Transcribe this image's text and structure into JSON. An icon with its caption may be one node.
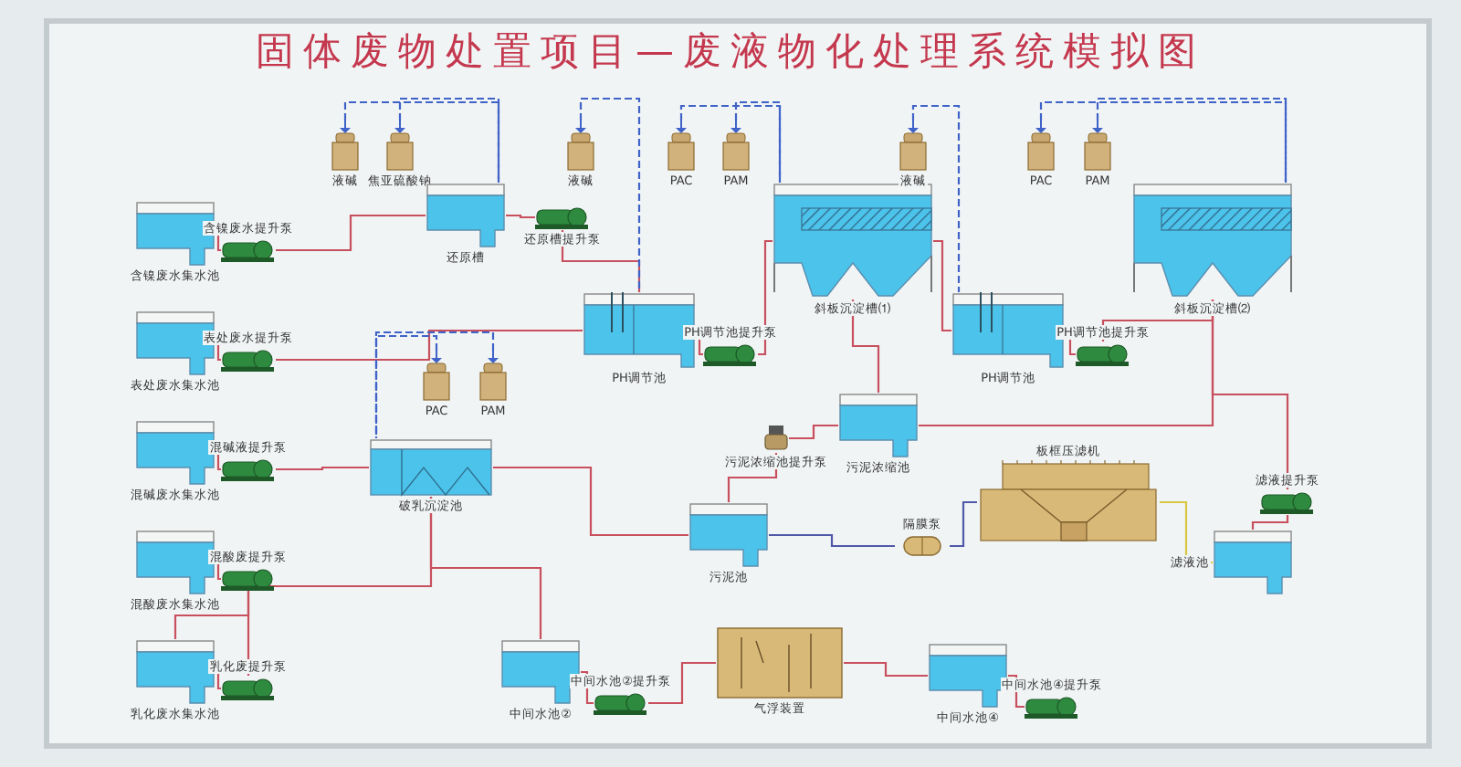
{
  "diagram": {
    "title": "固体废物处置项目—废液物化处理系统模拟图",
    "nodes": [
      {
        "text": [
          "含镍废水集水池"
        ]
      },
      {
        "text": [
          "含镍废水提升泵"
        ]
      },
      {
        "text": [
          "表处废水集水池"
        ]
      },
      {
        "text": [
          "表处废水提升泵"
        ]
      },
      {
        "text": [
          "混碱废水集水池"
        ]
      },
      {
        "text": [
          "混碱液提升泵"
        ]
      },
      {
        "text": [
          "混酸废水集水池"
        ]
      },
      {
        "text": [
          "混酸废提升泵"
        ]
      },
      {
        "text": [
          "乳化废水集水池"
        ]
      },
      {
        "text": [
          "乳化废提升泵"
        ]
      },
      {
        "text": [
          "液碱"
        ]
      },
      {
        "text": [
          "焦亚硫酸钠"
        ]
      },
      {
        "text": [
          "还原槽"
        ]
      },
      {
        "text": [
          "还原槽提升泵"
        ]
      },
      {
        "text": [
          "液碱"
        ]
      },
      {
        "text": [
          "PAC"
        ]
      },
      {
        "text": [
          "PAM"
        ]
      },
      {
        "text": [
          "PH调节池"
        ]
      },
      {
        "text": [
          "PH调节池提升泵"
        ]
      },
      {
        "text": [
          "斜板沉淀槽⑴"
        ]
      },
      {
        "text": [
          "液碱"
        ]
      },
      {
        "text": [
          "PAC"
        ]
      },
      {
        "text": [
          "PAM"
        ]
      },
      {
        "text": [
          "PH调节池"
        ]
      },
      {
        "text": [
          "PH调节池提升泵"
        ]
      },
      {
        "text": [
          "斜板沉淀槽⑵"
        ]
      },
      {
        "text": [
          "PAC"
        ]
      },
      {
        "text": [
          "PAM"
        ]
      },
      {
        "text": [
          "破乳沉淀池"
        ]
      },
      {
        "text": [
          "中间水池②"
        ]
      },
      {
        "text": [
          "中间水池②提升泵"
        ]
      },
      {
        "text": [
          "污泥池"
        ]
      },
      {
        "text": [
          "污泥浓缩池提升泵"
        ]
      },
      {
        "text": [
          "污泥浓缩池"
        ]
      },
      {
        "text": [
          "隔膜泵"
        ]
      },
      {
        "text": [
          "板框压滤机"
        ]
      },
      {
        "text": [
          "滤液池"
        ]
      },
      {
        "text": [
          "滤液提升泵"
        ]
      },
      {
        "text": [
          "气浮装置"
        ]
      },
      {
        "text": [
          "中间水池④"
        ]
      },
      {
        "text": [
          "中间水池④提升泵"
        ]
      }
    ],
    "edges": [
      {
        "from": 0,
        "to": 1,
        "arrow": "none"
      },
      {
        "from": 1,
        "to": 12,
        "arrow": "none"
      },
      {
        "from": 2,
        "to": 3,
        "arrow": "none"
      },
      {
        "from": 3,
        "to": 17,
        "arrow": "none"
      },
      {
        "from": 4,
        "to": 5,
        "arrow": "none"
      },
      {
        "from": 5,
        "to": 28,
        "arrow": "none"
      },
      {
        "from": 6,
        "to": 7,
        "arrow": "none"
      },
      {
        "from": 7,
        "to": 8,
        "arrow": "none"
      },
      {
        "from": 8,
        "to": 9,
        "arrow": "none"
      },
      {
        "from": 9,
        "to": 28,
        "arrow": "none"
      },
      {
        "from": 10,
        "to": 12,
        "arrow": "none",
        "style": "dashed",
        "color": "#3f63c8"
      },
      {
        "from": 11,
        "to": 12,
        "arrow": "none",
        "style": "dashed",
        "color": "#3f63c8"
      },
      {
        "from": 12,
        "to": 13,
        "arrow": "none"
      },
      {
        "from": 13,
        "to": 17,
        "arrow": "none"
      },
      {
        "from": 14,
        "to": 17,
        "arrow": "none",
        "style": "dashed",
        "color": "#3f63c8"
      },
      {
        "from": 15,
        "to": 19,
        "arrow": "none",
        "style": "dashed",
        "color": "#3f63c8"
      },
      {
        "from": 16,
        "to": 19,
        "arrow": "none",
        "style": "dashed",
        "color": "#3f63c8"
      },
      {
        "from": 17,
        "to": 18,
        "arrow": "none"
      },
      {
        "from": 18,
        "to": 19,
        "arrow": "none"
      },
      {
        "from": 19,
        "to": 23,
        "arrow": "none"
      },
      {
        "from": 19,
        "to": 33,
        "arrow": "none"
      },
      {
        "from": 20,
        "to": 23,
        "arrow": "none",
        "style": "dashed",
        "color": "#3f63c8"
      },
      {
        "from": 21,
        "to": 25,
        "arrow": "none",
        "style": "dashed",
        "color": "#3f63c8"
      },
      {
        "from": 22,
        "to": 25,
        "arrow": "none",
        "style": "dashed",
        "color": "#3f63c8"
      },
      {
        "from": 23,
        "to": 24,
        "arrow": "none"
      },
      {
        "from": 24,
        "to": 25,
        "arrow": "none"
      },
      {
        "from": 25,
        "to": 33,
        "arrow": "none"
      },
      {
        "from": 26,
        "to": 28,
        "arrow": "none",
        "style": "dashed",
        "color": "#3f63c8"
      },
      {
        "from": 27,
        "to": 28,
        "arrow": "none",
        "style": "dashed",
        "color": "#3f63c8"
      },
      {
        "from": 28,
        "to": 29,
        "arrow": "none"
      },
      {
        "from": 28,
        "to": 31,
        "arrow": "none"
      },
      {
        "from": 29,
        "to": 30,
        "arrow": "none"
      },
      {
        "from": 30,
        "to": 38,
        "arrow": "none"
      },
      {
        "from": 38,
        "to": 39,
        "arrow": "none"
      },
      {
        "from": 39,
        "to": 40,
        "arrow": "none"
      },
      {
        "from": 31,
        "to": 32,
        "arrow": "none"
      },
      {
        "from": 32,
        "to": 33,
        "arrow": "none"
      },
      {
        "from": 31,
        "to": 34,
        "arrow": "none",
        "color": "#5058a8"
      },
      {
        "from": 34,
        "to": 35,
        "arrow": "none",
        "color": "#5058a8"
      },
      {
        "from": 35,
        "to": 36,
        "arrow": "none",
        "color": "#d8c840"
      },
      {
        "from": 36,
        "to": 37,
        "arrow": "none"
      },
      {
        "from": 37,
        "to": 25,
        "arrow": "none"
      }
    ]
  }
}
